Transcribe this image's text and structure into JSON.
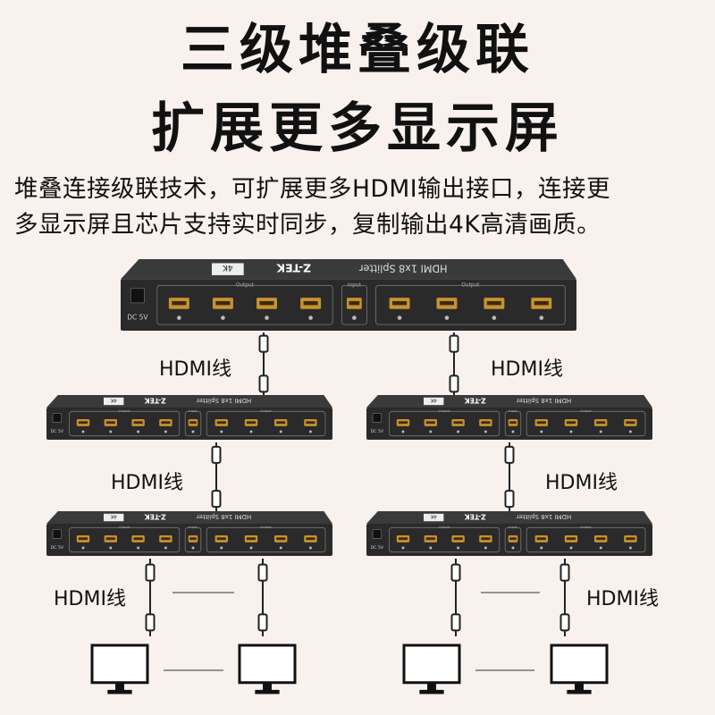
{
  "title": {
    "line1": "三级堆叠级联",
    "line2": "扩展更多显示屏"
  },
  "description": {
    "line1": "堆叠连接级联技术，可扩展更多HDMI输出接口，连接更",
    "line2": "多显示屏且芯片支持实时同步，复制输出4K高清画质。"
  },
  "cable_label": "HDMI线",
  "device": {
    "brand": "Z-TEK",
    "model": "HDMI 1x8 Splitter",
    "badge": "4K",
    "power": "DC 5V",
    "output_group_label": "Output",
    "input_label": "Input"
  },
  "colors": {
    "background": "#f8f1ee",
    "device_body": "#2a2a2a",
    "port_gold": "#c8922d",
    "cable": "#222222"
  }
}
